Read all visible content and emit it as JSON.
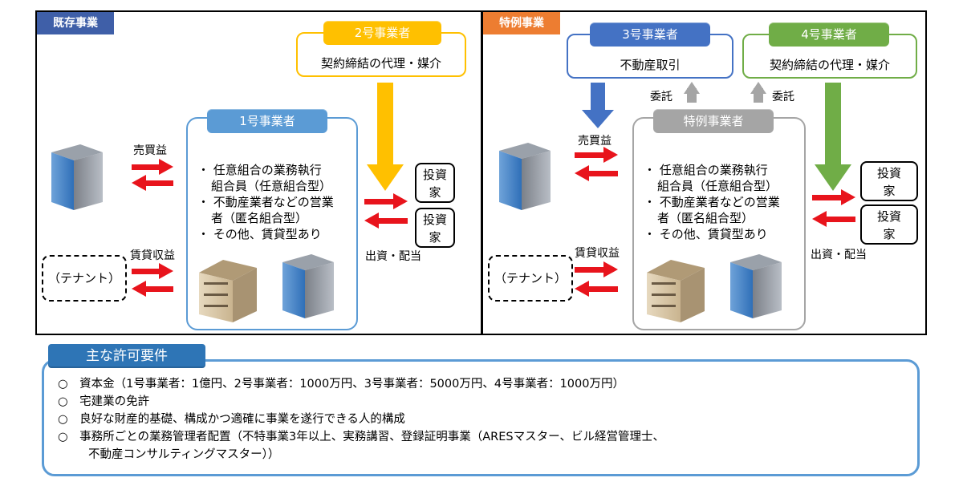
{
  "existing": {
    "tag": "既存事業",
    "op2": {
      "header": "2号事業者",
      "body": "契約締結の代理・媒介"
    },
    "op1": {
      "header": "1号事業者"
    },
    "bullets": [
      "任意組合の業務執行",
      "組合員（任意組合型）",
      "不動産業者などの営業",
      "者（匿名組合型）",
      "その他、賃貸型あり"
    ],
    "sale_profit": "売買益",
    "rent_income": "賃貸収益",
    "tenant": "（テナント）",
    "investor": "投資家",
    "invest_distribute": "出資・配当"
  },
  "special": {
    "tag": "特例事業",
    "op3": {
      "header": "3号事業者",
      "body": "不動産取引"
    },
    "op4": {
      "header": "4号事業者",
      "body": "契約締結の代理・媒介"
    },
    "special_op": {
      "header": "特例事業者"
    },
    "entrust": "委託",
    "bullets": [
      "任意組合の業務執行",
      "組合員（任意組合型）",
      "不動産業者などの営業",
      "者（匿名組合型）",
      "その他、賃貸型あり"
    ],
    "sale_profit": "売買益",
    "rent_income": "賃貸収益",
    "tenant": "（テナント）",
    "investor": "投資家",
    "invest_distribute": "出資・配当"
  },
  "requirements": {
    "title": "主な許可要件",
    "marker": "○",
    "items": [
      "資本金（1号事業者：1億円、2号事業者：1000万円、3号事業者：5000万円、4号事業者：1000万円）",
      "宅建業の免許",
      "良好な財産的基礎、構成かつ適確に事業を遂行できる人的構成",
      "事務所ごとの業務管理者配置（不特事業3年以上、実務講習、登録証明事業（ARESマスター、ビル経営管理士、"
    ],
    "continuation": "不動産コンサルティングマスター））"
  },
  "colors": {
    "blue_tag": "#3f5fa8",
    "orange_tag": "#ed7d31",
    "op1_blue": "#5b9bd5",
    "op2_orange": "#ffc000",
    "op3_blue": "#4472c4",
    "op4_green": "#70ad47",
    "gray": "#a5a5a5",
    "red_arrow": "#e8141c",
    "req_border": "#5b9bd5"
  }
}
